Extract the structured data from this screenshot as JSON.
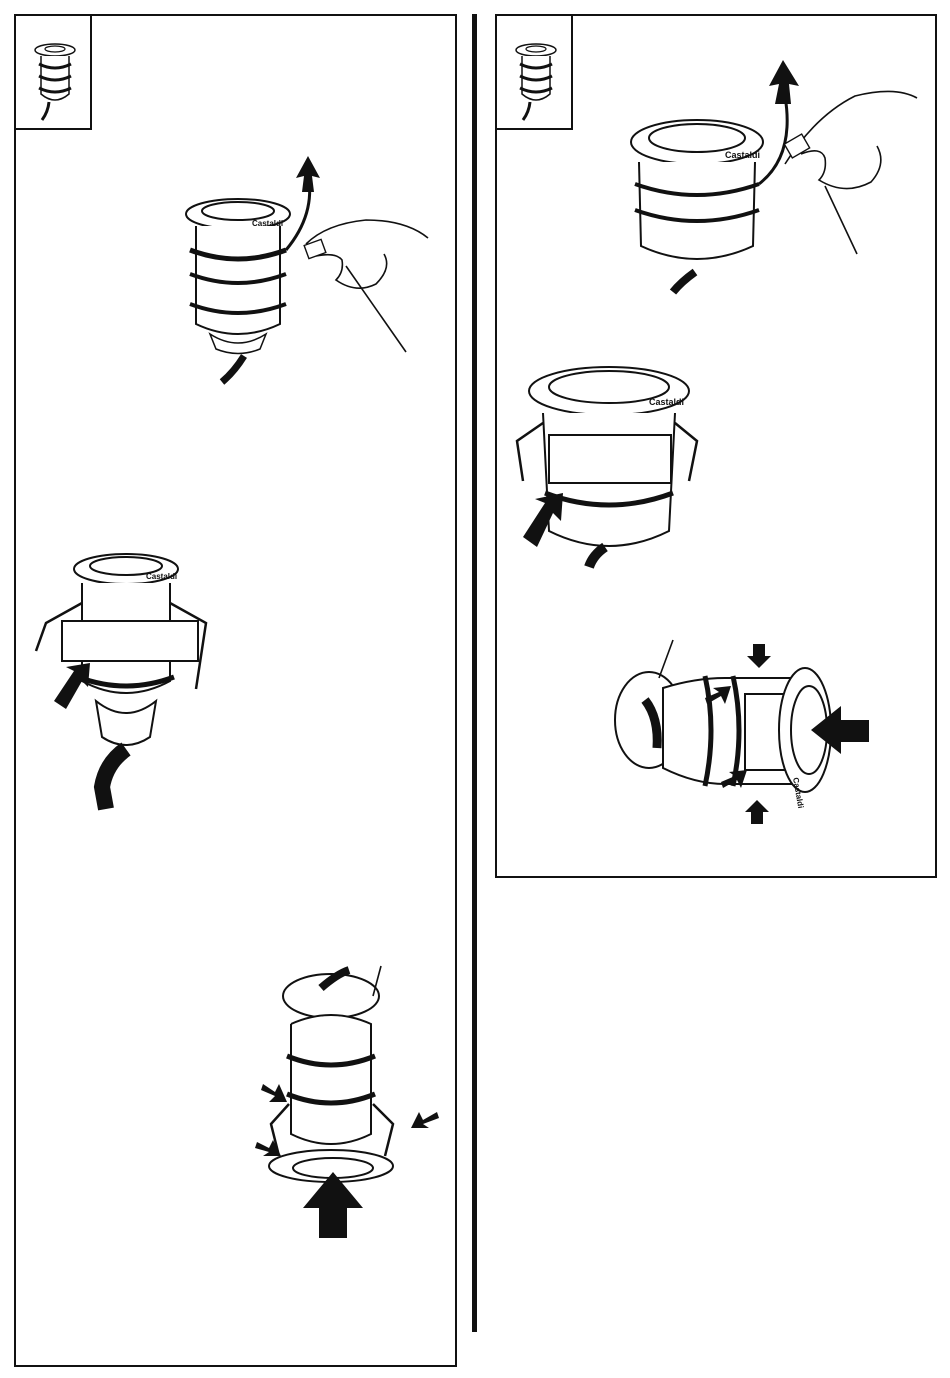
{
  "brand_label": "Castaldi",
  "colors": {
    "line": "#111111",
    "fill": "#ffffff",
    "shade": "#dcdcdc"
  },
  "figures": [
    {
      "name": "left-step-remove-ring",
      "icon": "spotlight-pull-ring-illustration"
    },
    {
      "name": "left-step-fit-clips",
      "icon": "spotlight-clip-illustration"
    },
    {
      "name": "left-step-insert-up",
      "icon": "spotlight-insert-illustration"
    },
    {
      "name": "right-step-remove-ring",
      "icon": "spotlight-pull-ring-illustration"
    },
    {
      "name": "right-step-fit-clips",
      "icon": "spotlight-clip-illustration"
    },
    {
      "name": "right-step-insert-side",
      "icon": "spotlight-insert-illustration"
    }
  ]
}
